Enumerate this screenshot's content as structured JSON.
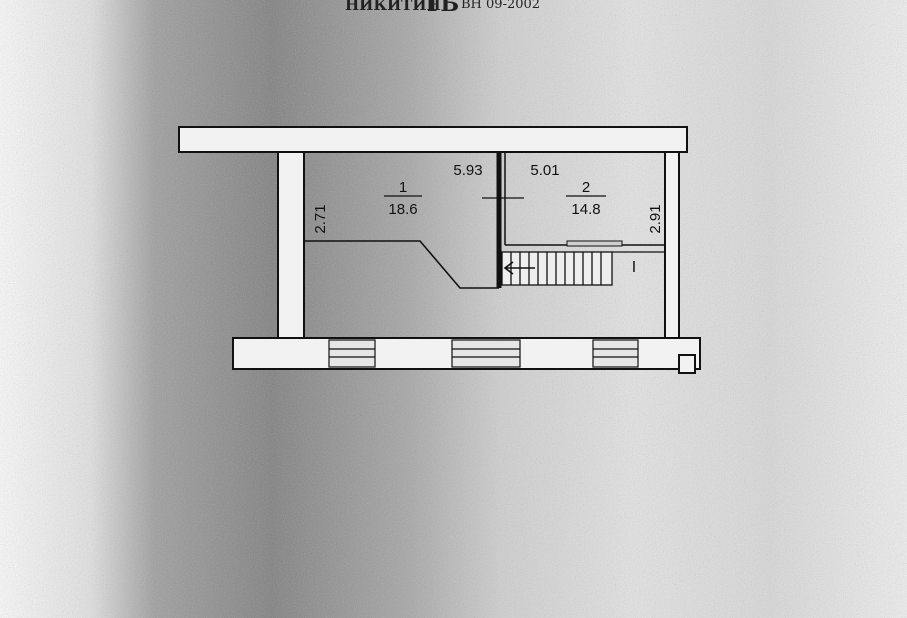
{
  "header": {
    "prefix": "НИКИТИН",
    "mid": "ТБ",
    "suffix": "ВН  09-2002"
  },
  "rooms": [
    {
      "number": "1",
      "area": "18.6"
    },
    {
      "number": "2",
      "area": "14.8"
    }
  ],
  "dimensions": {
    "room1_width": "5.93",
    "room2_width": "5.01",
    "room1_height": "2.71",
    "room2_height": "2.91"
  },
  "stair_label": "I"
}
